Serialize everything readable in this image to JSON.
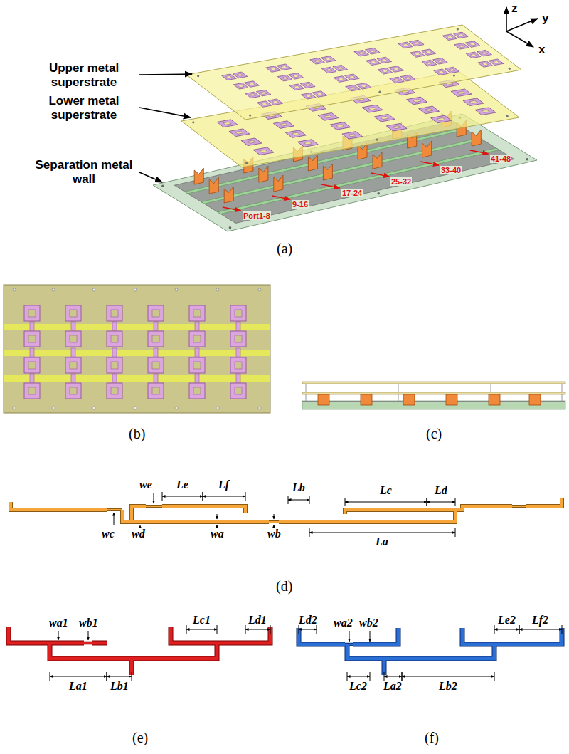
{
  "diagram": {
    "labels": [
      "Upper metal superstrate",
      "Lower metal superstrate",
      "Separation metal wall",
      "z",
      "y",
      "x",
      "Port1-8",
      "9-16",
      "17-24",
      "25-32",
      "33-40",
      "41-48",
      "(a)",
      "(b)",
      "(c)",
      "we",
      "Le",
      "Lf",
      "wc",
      "wd",
      "wa",
      "wb",
      "Lb",
      "Lc",
      "Ld",
      "La",
      "(d)",
      "wa1",
      "wb1",
      "Lc1",
      "Ld1",
      "La1",
      "Lb1",
      "(e)",
      "Ld2",
      "wa2",
      "wb2",
      "Le2",
      "Lf2",
      "Lc2",
      "La2",
      "Lb2",
      "(f)"
    ]
  }
}
